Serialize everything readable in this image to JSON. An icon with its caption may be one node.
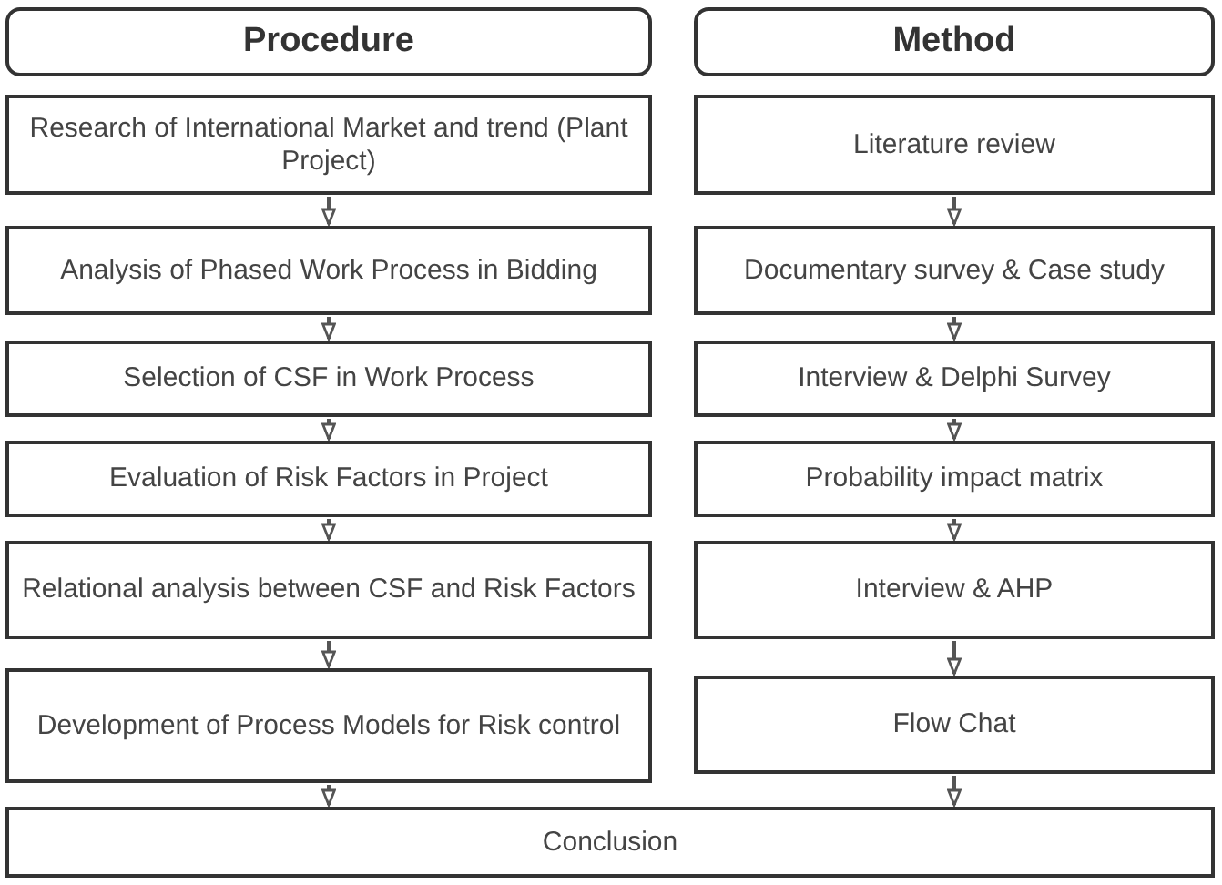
{
  "diagram": {
    "nodes": [
      {
        "text": [
          "Procedure"
        ]
      },
      {
        "text": [
          "Method"
        ]
      },
      {
        "text": [
          "Research of International Market and trend (Plant Project)"
        ]
      },
      {
        "text": [
          "Literature review"
        ]
      },
      {
        "text": [
          "Analysis of Phased Work Process in Bidding"
        ]
      },
      {
        "text": [
          "Documentary survey & Case study"
        ]
      },
      {
        "text": [
          "Selection of CSF in Work Process"
        ]
      },
      {
        "text": [
          "Interview & Delphi Survey"
        ]
      },
      {
        "text": [
          "Evaluation of Risk Factors in Project"
        ]
      },
      {
        "text": [
          "Probability impact matrix"
        ]
      },
      {
        "text": [
          "Relational analysis between CSF and Risk Factors"
        ]
      },
      {
        "text": [
          "Interview & AHP"
        ]
      },
      {
        "text": [
          "Development of Process Models for Risk control"
        ]
      },
      {
        "text": [
          "Flow Chat"
        ]
      },
      {
        "text": [
          "Conclusion"
        ]
      }
    ],
    "edges": [
      {
        "from": 2,
        "to": 4,
        "arrow": "to"
      },
      {
        "from": 4,
        "to": 6,
        "arrow": "to"
      },
      {
        "from": 6,
        "to": 8,
        "arrow": "to"
      },
      {
        "from": 8,
        "to": 10,
        "arrow": "to"
      },
      {
        "from": 10,
        "to": 12,
        "arrow": "to"
      },
      {
        "from": 12,
        "to": 14,
        "arrow": "to"
      },
      {
        "from": 3,
        "to": 5,
        "arrow": "to"
      },
      {
        "from": 5,
        "to": 7,
        "arrow": "to"
      },
      {
        "from": 7,
        "to": 9,
        "arrow": "to"
      },
      {
        "from": 9,
        "to": 11,
        "arrow": "to"
      },
      {
        "from": 11,
        "to": 13,
        "arrow": "to"
      },
      {
        "from": 13,
        "to": 14,
        "arrow": "to"
      }
    ]
  }
}
